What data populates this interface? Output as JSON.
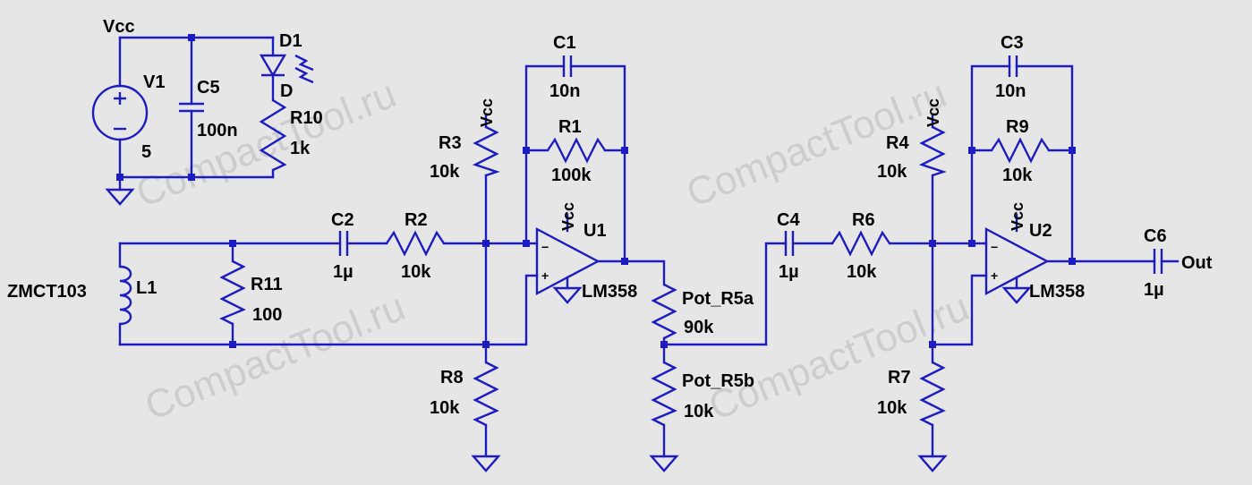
{
  "watermark": "CompactTool.ru",
  "labels": {
    "vcc_top": "Vcc",
    "v1_name": "V1",
    "v1_value": "5",
    "c5_name": "C5",
    "c5_value": "100n",
    "d1_name": "D1",
    "d1_type": "D",
    "r10_name": "R10",
    "r10_value": "1k",
    "r3_name": "R3",
    "r3_value": "10k",
    "r3_vcc": "Vcc",
    "c1_name": "C1",
    "c1_value": "10n",
    "r1_name": "R1",
    "r1_value": "100k",
    "c2_name": "C2",
    "c2_value": "1µ",
    "r2_name": "R2",
    "r2_value": "10k",
    "u1_name": "U1",
    "u1_part": "LM358",
    "u1_vcc": "Vcc",
    "zmct": "ZMCT103",
    "l1_name": "L1",
    "r11_name": "R11",
    "r11_value": "100",
    "r8_name": "R8",
    "r8_value": "10k",
    "pot_a_name": "Pot_R5a",
    "pot_a_value": "90k",
    "pot_b_name": "Pot_R5b",
    "pot_b_value": "10k",
    "c4_name": "C4",
    "c4_value": "1µ",
    "r6_name": "R6",
    "r6_value": "10k",
    "r4_name": "R4",
    "r4_value": "10k",
    "r4_vcc": "Vcc",
    "c3_name": "C3",
    "c3_value": "10n",
    "r9_name": "R9",
    "r9_value": "10k",
    "u2_name": "U2",
    "u2_part": "LM358",
    "u2_vcc": "Vcc",
    "r7_name": "R7",
    "r7_value": "10k",
    "c6_name": "C6",
    "c6_value": "1µ",
    "out": "Out",
    "plus_sign": "+",
    "minus_sign": "−"
  },
  "colors": {
    "wire": "#1c1cc2",
    "background": "#e6e6e6",
    "text": "#000000",
    "watermark": "#c9c9c9"
  }
}
